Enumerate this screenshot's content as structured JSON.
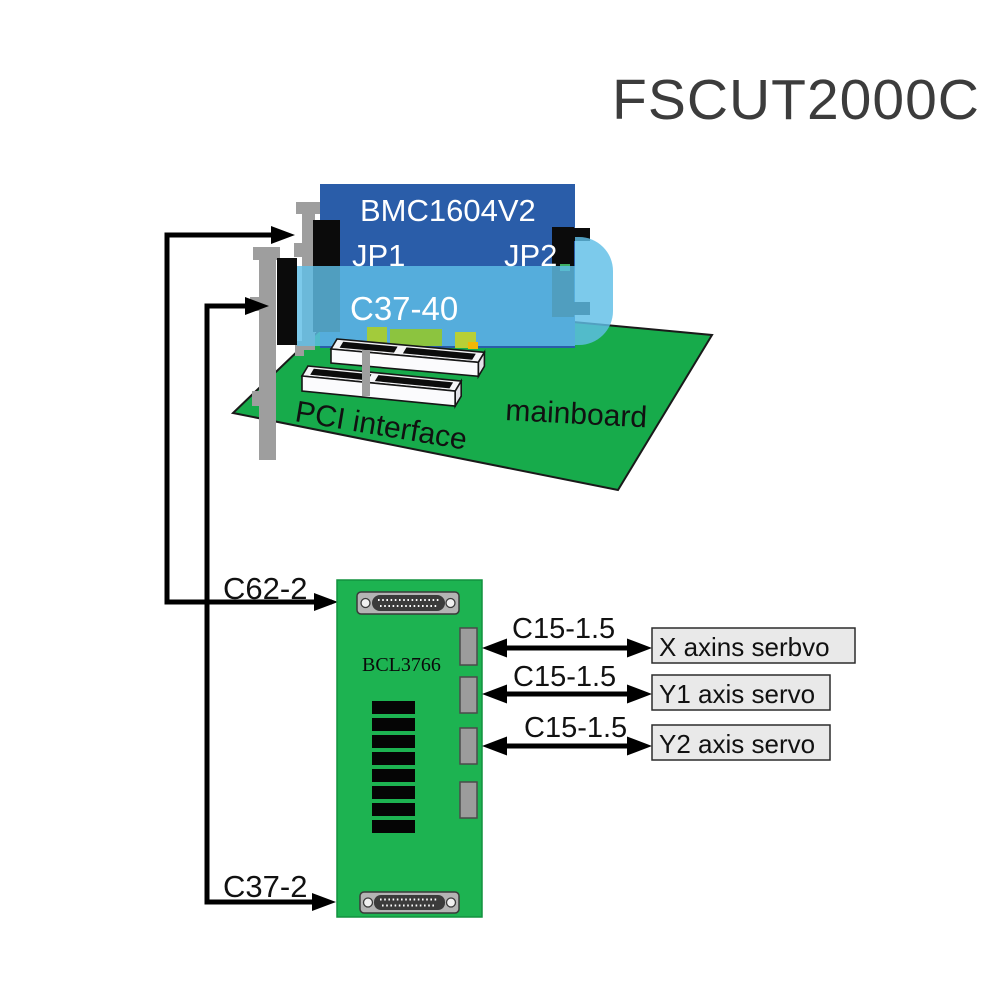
{
  "title": "FSCUT2000C",
  "card": {
    "model": "BMC1604V2",
    "jp1": "JP1",
    "jp2": "JP2",
    "ribbon": "C37-40"
  },
  "mainboard": {
    "pci": "PCI interface",
    "label": "mainboard"
  },
  "bcl_board": {
    "model": "BCL3766"
  },
  "links": {
    "c62": "C62-2",
    "c37": "C37-2",
    "c15a": "C15-1.5",
    "c15b": "C15-1.5",
    "c15c": "C15-1.5"
  },
  "servos": [
    {
      "label": "X axins serbvo"
    },
    {
      "label": "Y1 axis servo"
    },
    {
      "label": "Y2 axis servo"
    }
  ],
  "colors": {
    "card_blue": "#2a5da9",
    "ribbon_band": "#3b9fd6",
    "ribbon_light": "#a8e0f5",
    "mainboard_green": "#17ab4b",
    "bcl_green": "#1db351",
    "servo_box_gray": "#e9e9e9",
    "title_gray": "#3c3c3c"
  }
}
